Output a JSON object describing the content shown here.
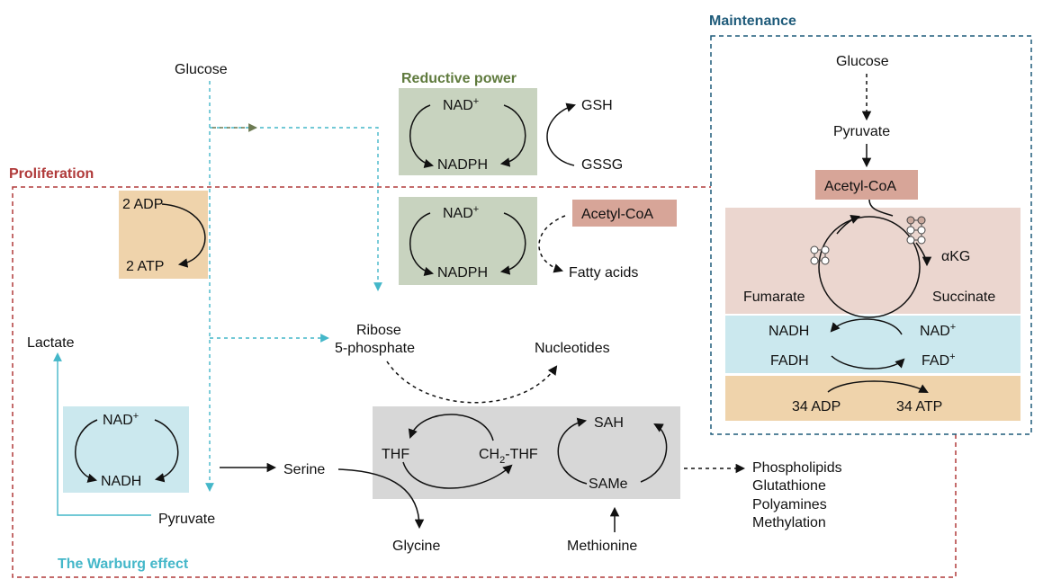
{
  "colors": {
    "proliferation": "#b03a3a",
    "maintenance": "#1f5b7a",
    "reductive": "#5f7a3d",
    "warburg": "#44b7c9",
    "green_box": "#c8d3bf",
    "tan_box": "#efd3ab",
    "salmon_box": "#d7a598",
    "pink_panel": "#ebd6cf",
    "blue_panel": "#cbe8ee",
    "gray_box": "#d7d7d7"
  },
  "sections": {
    "proliferation": "Proliferation",
    "maintenance": "Maintenance",
    "reductive_power": "Reductive power",
    "warburg": "The Warburg effect"
  },
  "labels": {
    "glucose_left": "Glucose",
    "nad_top": "NAD",
    "nadph_top": "NADPH",
    "gsh": "GSH",
    "gssg": "GSSG",
    "nad_mid": "NAD",
    "nadph_mid": "NADPH",
    "acetyl_coa_mid": "Acetyl-CoA",
    "fatty_acids": "Fatty acids",
    "adp2": "2 ADP",
    "atp2": "2 ATP",
    "lactate": "Lactate",
    "ribose": "Ribose",
    "phosphate": "5-phosphate",
    "nucleotides": "Nucleotides",
    "nad_warburg": "NAD",
    "nadh_warburg": "NADH",
    "serine": "Serine",
    "thf": "THF",
    "ch2": "CH",
    "ch2_sub": "2",
    "ch2_thf": "-THF",
    "sah": "SAH",
    "same": "SAMe",
    "pyruvate_left": "Pyruvate",
    "glycine": "Glycine",
    "methionine": "Methionine",
    "phospholipids": "Phospholipids",
    "glutathione": "Glutathione",
    "polyamines": "Polyamines",
    "methylation": "Methylation",
    "glucose_right": "Glucose",
    "pyruvate_right": "Pyruvate",
    "acetyl_coa_right": "Acetyl-CoA",
    "akg": "αKG",
    "fumarate": "Fumarate",
    "succinate": "Succinate",
    "nadh_right": "NADH",
    "nad_right": "NAD",
    "fadh": "FADH",
    "fad": "FAD",
    "adp34": "34 ADP",
    "atp34": "34 ATP",
    "plus": "+"
  }
}
